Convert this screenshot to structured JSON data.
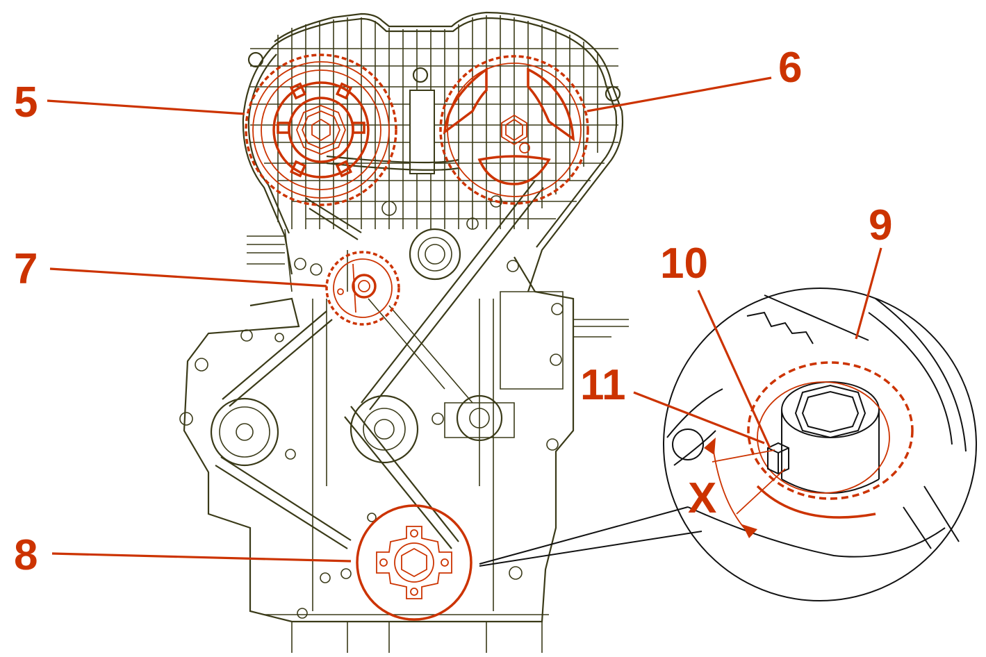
{
  "diagram": {
    "title": "Timing belt drive – front view with crankshaft sprocket detail",
    "colors": {
      "outline": "#3a3a18",
      "highlight": "#cc3300",
      "detail_outline": "#111111",
      "background": "#ffffff"
    },
    "callouts": [
      {
        "id": "5",
        "label": "5",
        "target": "intake camshaft sprocket"
      },
      {
        "id": "6",
        "label": "6",
        "target": "exhaust camshaft sprocket"
      },
      {
        "id": "7",
        "label": "7",
        "target": "timing belt tensioner pulley"
      },
      {
        "id": "8",
        "label": "8",
        "target": "crankshaft pulley / sprocket"
      },
      {
        "id": "9",
        "label": "9",
        "target": "crankshaft sprocket teeth (detail)"
      },
      {
        "id": "10",
        "label": "10",
        "target": "timing mark on sprocket (detail)"
      },
      {
        "id": "11",
        "label": "11",
        "target": "reference mark on housing (detail)"
      }
    ],
    "dimension": {
      "label": "X"
    }
  }
}
